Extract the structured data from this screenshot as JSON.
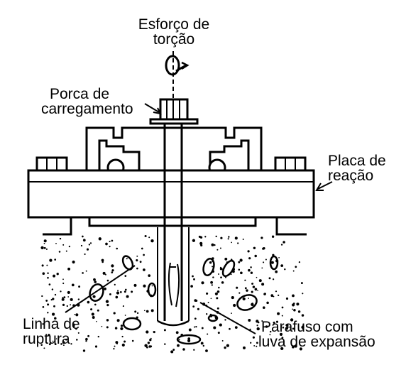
{
  "labels": {
    "torque": {
      "line1": "Esforço de",
      "line2": "torção"
    },
    "nut": {
      "line1": "Porca de",
      "line2": "carregamento"
    },
    "reaction_plate": {
      "line1": "Placa de",
      "line2": "reação"
    },
    "rupture_line": {
      "line1": "Linha de",
      "line2": "ruptura"
    },
    "bolt": {
      "line1": "Parafuso com",
      "line2": "luva de expansão"
    }
  },
  "colors": {
    "ink": "#000000",
    "background": "#ffffff"
  }
}
